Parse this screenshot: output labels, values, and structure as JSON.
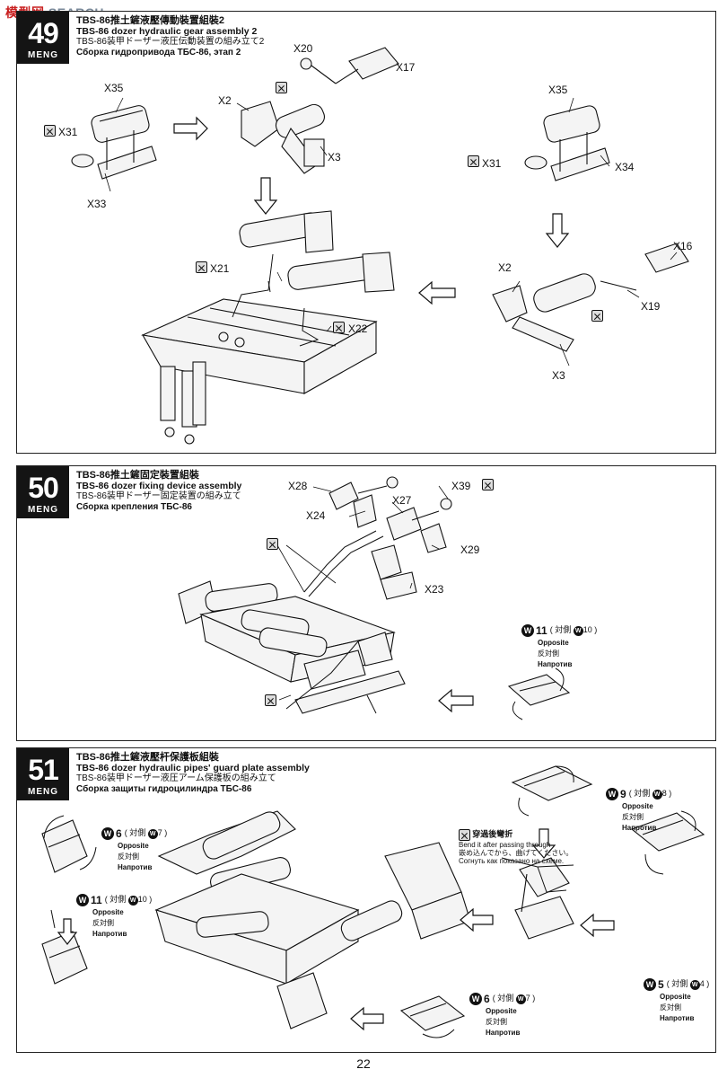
{
  "watermark": {
    "part_a": "模型网",
    "part_b": "SEARCH"
  },
  "brand": "MENG",
  "steps": [
    {
      "number": "49",
      "title_zh": "TBS-86推土鏟液壓傳動裝置組裝2",
      "title_en": "TBS-86 dozer hydraulic gear assembly 2",
      "title_ja": "TBS-86装甲ドーザー液圧伝動装置の組み立て2",
      "title_ru": "Сборка гидропривода ТБС-86, этап 2",
      "labels": {
        "x35a": "X35",
        "x31a": "X31",
        "x33": "X33",
        "x20": "X20",
        "x17": "X17",
        "x2a": "X2",
        "x3a": "X3",
        "x35b": "X35",
        "x31b": "X31",
        "x34": "X34",
        "x21": "X21",
        "x22": "X22",
        "x16": "X16",
        "x2b": "X2",
        "x19": "X19",
        "x3b": "X3"
      }
    },
    {
      "number": "50",
      "title_zh": "TBS-86推土鏟固定裝置組裝",
      "title_en": "TBS-86 dozer fixing device assembly",
      "title_ja": "TBS-86装甲ドーザー固定装置の組み立て",
      "title_ru": "Сборка крепления ТБС-86",
      "labels": {
        "x28": "X28",
        "x39": "X39",
        "x27": "X27",
        "x24": "X24",
        "x29": "X29",
        "x23": "X23"
      },
      "w11": {
        "num": "11",
        "pair_prefix": "対側",
        "pair_num": "10",
        "en": "Opposite",
        "ja": "反対側",
        "ru": "Напротив"
      }
    },
    {
      "number": "51",
      "title_zh": "TBS-86推土鏟液壓杆保護板組裝",
      "title_en": "TBS-86 dozer hydraulic pipes' guard plate assembly",
      "title_ja": "TBS-86装甲ドーザー液圧アーム保護板の組み立て",
      "title_ru": "Сборка защиты гидроцилиндра ТБС-86",
      "bend_note": {
        "zh": "穿過後彎折",
        "en": "Bend it after passing through",
        "ja": "嵌め込んでから、曲げてください。",
        "ru": "Согнуть как показано на схеме."
      },
      "w_parts": [
        {
          "num": "9",
          "pair_prefix": "対側",
          "pair_num": "8",
          "en": "Opposite",
          "ja": "反対側",
          "ru": "Напротив"
        },
        {
          "num": "6",
          "pair_prefix": "対側",
          "pair_num": "7",
          "en": "Opposite",
          "ja": "反対側",
          "ru": "Напротив"
        },
        {
          "num": "11",
          "pair_prefix": "対側",
          "pair_num": "10",
          "en": "Opposite",
          "ja": "反対側",
          "ru": "Напротив"
        },
        {
          "num": "5",
          "pair_prefix": "対側",
          "pair_num": "4",
          "en": "Opposite",
          "ja": "反対側",
          "ru": "Напротив"
        },
        {
          "num": "6",
          "pair_prefix": "対側",
          "pair_num": "7",
          "en": "Opposite",
          "ja": "反対側",
          "ru": "Напротив"
        }
      ]
    }
  ],
  "w_letter": "W",
  "page_number": "22"
}
